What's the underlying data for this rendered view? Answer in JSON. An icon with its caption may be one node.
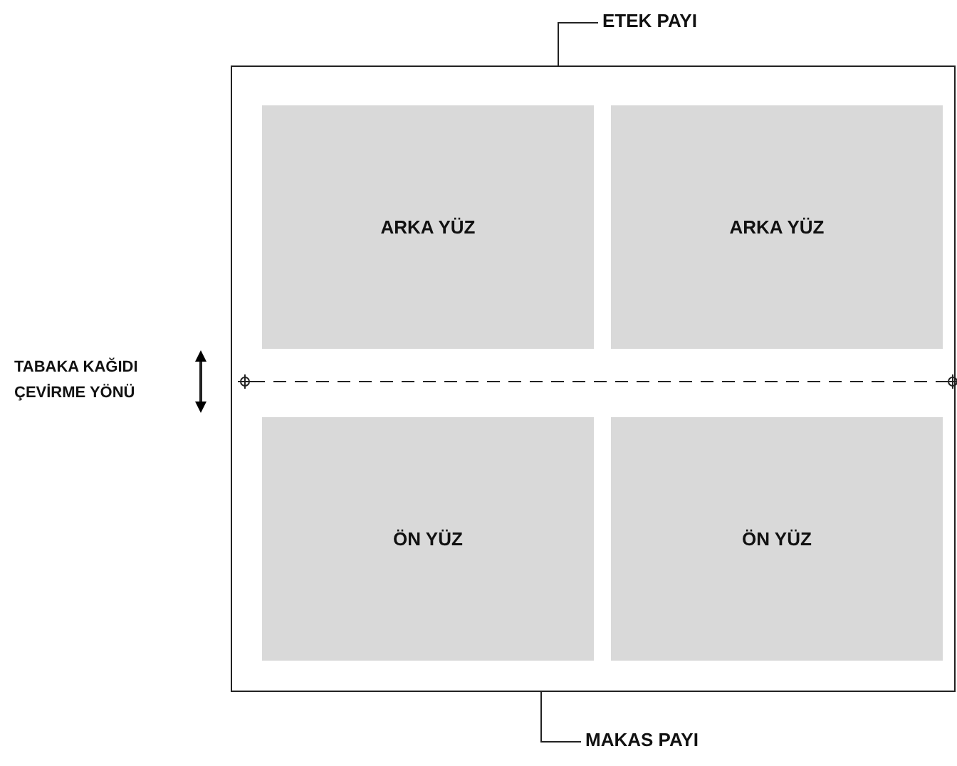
{
  "diagram": {
    "nodes": [
      {
        "text": [
          "ETEK PAYI"
        ]
      },
      {
        "text": [],
        "shape": "box"
      },
      {
        "text": [
          "ARKA YÜZ"
        ],
        "in": 1
      },
      {
        "text": [
          "ARKA YÜZ"
        ],
        "in": 1
      },
      {
        "text": [
          "ÖN YÜZ"
        ],
        "in": 1
      },
      {
        "text": [
          "ÖN YÜZ"
        ],
        "in": 1
      },
      {
        "text": [
          "MAKAS PAYI"
        ]
      }
    ],
    "edges": [
      {
        "from": 0,
        "to": 1,
        "arrow": "none"
      },
      {
        "from": 6,
        "to": 1,
        "arrow": "none"
      }
    ],
    "labels": [
      "TABAKA KAĞIDI ÇEVİRME YÖNÜ"
    ]
  }
}
